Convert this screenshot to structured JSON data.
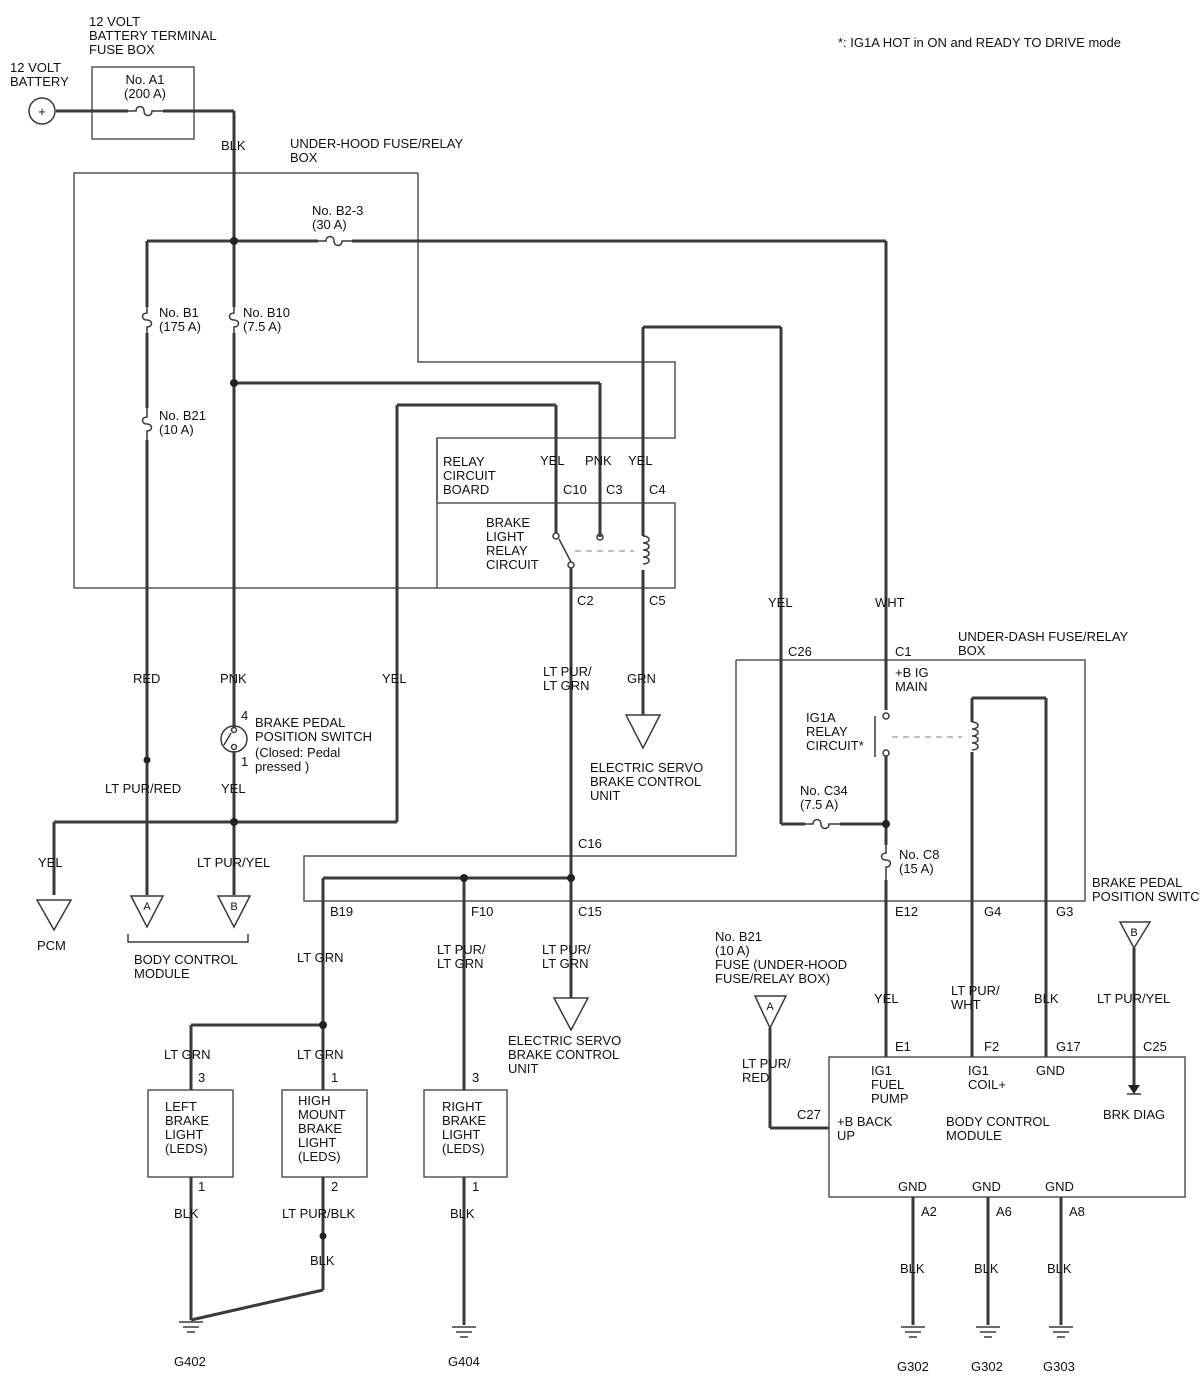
{
  "note": "*: IG1A HOT in ON and READY TO DRIVE mode",
  "battery": {
    "label": "12 VOLT BATTERY",
    "symbol": "+"
  },
  "terminal_fuse_box": {
    "label": "12 VOLT BATTERY TERMINAL FUSE BOX",
    "fuse": "No. A1 (200 A)"
  },
  "under_hood_box": {
    "label": "UNDER-HOOD FUSE/RELAY BOX"
  },
  "under_dash_box": {
    "label": "UNDER-DASH FUSE/RELAY BOX"
  },
  "fuses": {
    "b2_3": "No. B2-3 (30 A)",
    "b1": "No. B1 (175 A)",
    "b10": "No. B10 (7.5 A)",
    "b21": "No. B21 (10 A)",
    "c34": "No. C34 (7.5 A)",
    "c8": "No. C8 (15 A)"
  },
  "relay_board": {
    "label": "RELAY CIRCUIT BOARD",
    "relay": "BRAKE LIGHT RELAY CIRCUIT"
  },
  "ig1a": {
    "label": "IG1A RELAY CIRCUIT*",
    "main": "+B IG MAIN"
  },
  "brake_switch": {
    "label": "BRAKE PEDAL POSITION SWITCH",
    "note": "(Closed: Pedal pressed )",
    "pin_top": "4",
    "pin_bottom": "1"
  },
  "servo_unit": "ELECTRIC SERVO BRAKE CONTROL UNIT",
  "pcm": "PCM",
  "bcm_label": "BODY CONTROL MODULE",
  "fuse_ref": "No. B21 (10 A) FUSE (UNDER-HOOD FUSE/RELAY BOX)",
  "bpps_ref": "BRAKE PEDAL POSITION SWITCH",
  "lights": {
    "left": "LEFT BRAKE LIGHT (LEDS)",
    "high": "HIGH MOUNT BRAKE LIGHT (LEDS)",
    "right": "RIGHT BRAKE LIGHT (LEDS)"
  },
  "bcm_box": {
    "title": "BODY CONTROL MODULE",
    "fuel_pump": "IG1 FUEL PUMP",
    "coil": "IG1 COIL+",
    "gnd": "GND",
    "brk_diag": "BRK DIAG",
    "backup": "+B BACK UP"
  },
  "wire_colors": {
    "blk": "BLK",
    "yel": "YEL",
    "pnk": "PNK",
    "wht": "WHT",
    "red": "RED",
    "grn": "GRN",
    "lt_pur_lt_grn": "LT PUR/ LT GRN",
    "lt_pur_red": "LT PUR/RED",
    "lt_pur_red_split": "LT PUR/ RED",
    "lt_pur_yel": "LT PUR/YEL",
    "lt_grn": "LT GRN",
    "lt_pur_blk": "LT PUR/BLK",
    "lt_pur_wht": "LT PUR/ WHT",
    "gnd": "GND"
  },
  "connectors": {
    "c10": "C10",
    "c3": "C3",
    "c4": "C4",
    "c2": "C2",
    "c5": "C5",
    "c26": "C26",
    "c1": "C1",
    "c16": "C16",
    "c15": "C15",
    "b19": "B19",
    "f10": "F10",
    "e12": "E12",
    "g4": "G4",
    "g3": "G3",
    "e1": "E1",
    "f2": "F2",
    "g17": "G17",
    "c25": "C25",
    "c27": "C27",
    "a2": "A2",
    "a6": "A6",
    "a8": "A8"
  },
  "pins": {
    "p1": "1",
    "p2": "2",
    "p3": "3"
  },
  "refs": {
    "a": "A",
    "b": "B"
  },
  "grounds": {
    "g402": "G402",
    "g404": "G404",
    "g302": "G302",
    "g303": "G303"
  }
}
